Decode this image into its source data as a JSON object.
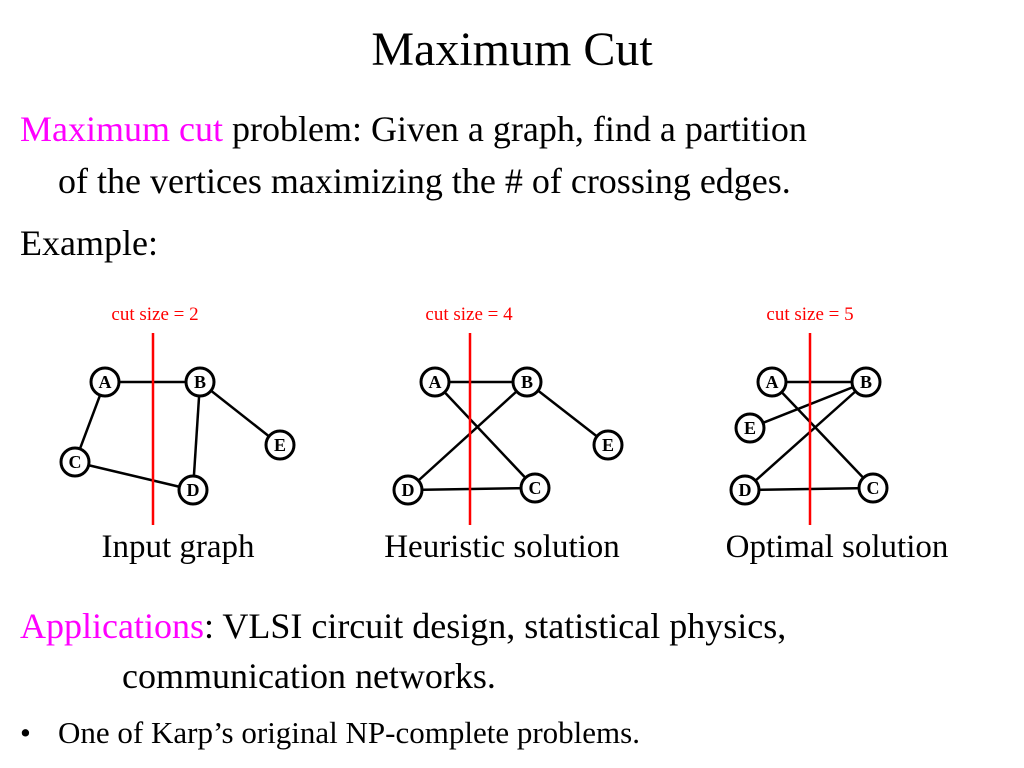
{
  "title": "Maximum Cut",
  "definition": {
    "term": "Maximum cut",
    "line1_rest": " problem: Given a graph, find a partition",
    "line2": "of the vertices maximizing the # of crossing edges."
  },
  "example_label": "Example:",
  "diagrams": [
    {
      "cut_label": "cut size = 2",
      "caption": "Input graph",
      "nodes": [
        {
          "id": "A",
          "label": "A"
        },
        {
          "id": "B",
          "label": "B"
        },
        {
          "id": "C",
          "label": "C"
        },
        {
          "id": "D",
          "label": "D"
        },
        {
          "id": "E",
          "label": "E"
        }
      ],
      "edges": [
        [
          "A",
          "B"
        ],
        [
          "A",
          "C"
        ],
        [
          "B",
          "D"
        ],
        [
          "B",
          "E"
        ],
        [
          "C",
          "D"
        ]
      ]
    },
    {
      "cut_label": "cut size = 4",
      "caption": "Heuristic solution",
      "nodes": [
        {
          "id": "A",
          "label": "A"
        },
        {
          "id": "B",
          "label": "B"
        },
        {
          "id": "C",
          "label": "C"
        },
        {
          "id": "D",
          "label": "D"
        },
        {
          "id": "E",
          "label": "E"
        }
      ],
      "edges": [
        [
          "A",
          "B"
        ],
        [
          "A",
          "C"
        ],
        [
          "B",
          "D"
        ],
        [
          "B",
          "E"
        ],
        [
          "C",
          "D"
        ]
      ]
    },
    {
      "cut_label": "cut size = 5",
      "caption": "Optimal solution",
      "nodes": [
        {
          "id": "A",
          "label": "A"
        },
        {
          "id": "B",
          "label": "B"
        },
        {
          "id": "C",
          "label": "C"
        },
        {
          "id": "D",
          "label": "D"
        },
        {
          "id": "E",
          "label": "E"
        }
      ],
      "edges": [
        [
          "A",
          "B"
        ],
        [
          "A",
          "C"
        ],
        [
          "B",
          "D"
        ],
        [
          "B",
          "E"
        ],
        [
          "C",
          "D"
        ]
      ]
    }
  ],
  "applications": {
    "term": "Applications",
    "line1_rest": ": VLSI circuit design, statistical physics,",
    "line2": "communication networks."
  },
  "bullet": "One of Karp’s original NP-complete problems.",
  "colors": {
    "highlight": "#ff00ff",
    "cut_line": "#ff0000",
    "edge": "#000000",
    "node_fill": "#ffffff"
  }
}
